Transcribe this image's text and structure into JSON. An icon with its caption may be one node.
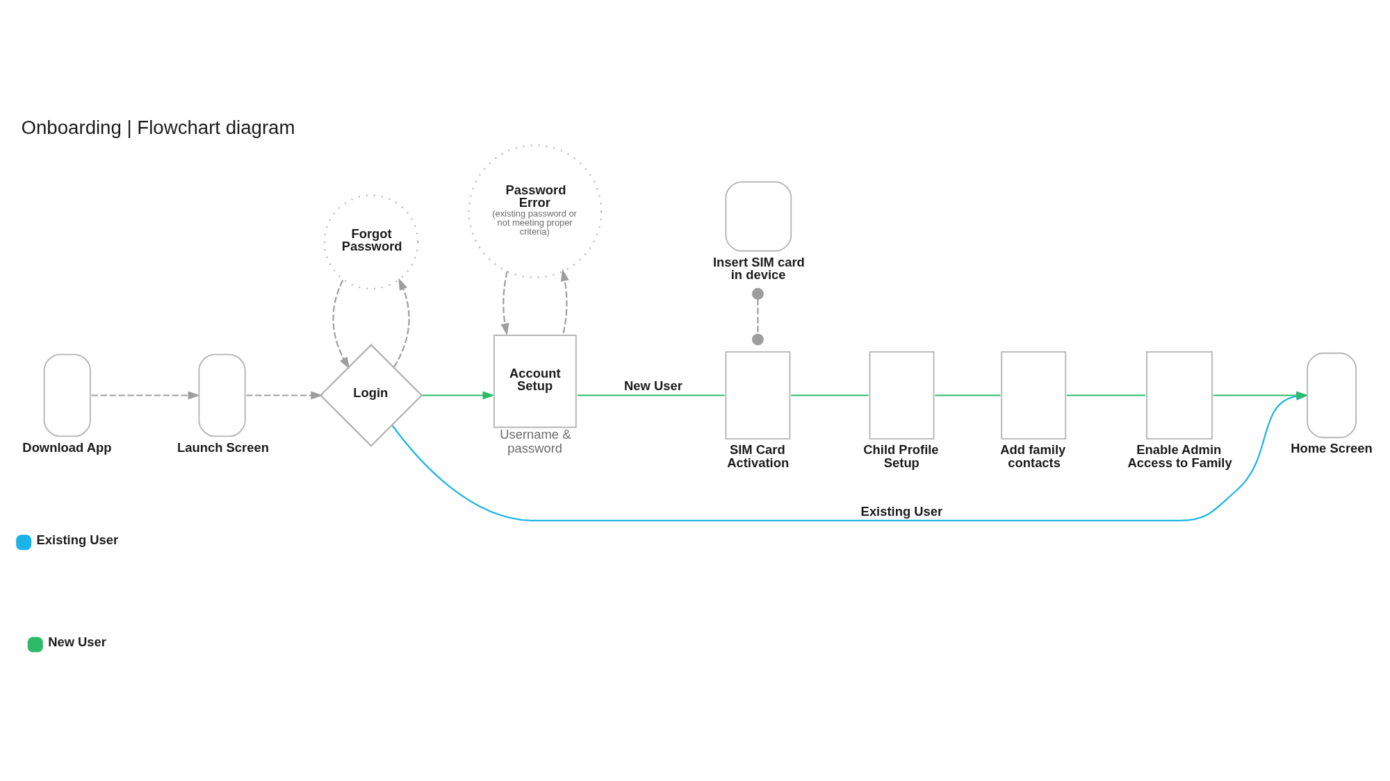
{
  "diagram": {
    "title": "Onboarding | Flowchart diagram",
    "nodes": [
      {
        "text": [
          "Download App"
        ]
      },
      {
        "text": [
          "Launch Screen"
        ]
      },
      {
        "text": [
          "Login"
        ]
      },
      {
        "text": [
          "Forgot Password"
        ]
      },
      {
        "text": [
          "Password Error",
          "(existing password or not meeting proper criteria)"
        ]
      },
      {
        "text": [
          "Account Setup"
        ],
        "beside": [
          "Username & password"
        ]
      },
      {
        "text": [
          "Insert SIM card in device"
        ]
      },
      {
        "text": [
          "SIM Card Activation"
        ]
      },
      {
        "text": [
          "Child Profile Setup"
        ]
      },
      {
        "text": [
          "Add family contacts"
        ]
      },
      {
        "text": [
          "Enable Admin Access to Family"
        ]
      },
      {
        "text": [
          "Home Screen"
        ]
      }
    ],
    "edges": [
      {
        "from": 0,
        "to": 1,
        "arrow": "to",
        "style": "dashed"
      },
      {
        "from": 1,
        "to": 2,
        "arrow": "to",
        "style": "dashed"
      },
      {
        "from": 2,
        "to": 3,
        "arrow": "to",
        "style": "dashed"
      },
      {
        "from": 3,
        "to": 2,
        "arrow": "to",
        "style": "dashed"
      },
      {
        "from": 2,
        "to": 5,
        "arrow": "to",
        "color": "#2dbb6a"
      },
      {
        "from": 5,
        "to": 4,
        "arrow": "to",
        "style": "dashed"
      },
      {
        "from": 4,
        "to": 5,
        "arrow": "to",
        "style": "dashed"
      },
      {
        "from": 5,
        "to": 7,
        "arrow": "none",
        "label": "New User",
        "color": "#2dbb6a"
      },
      {
        "from": 6,
        "to": 7,
        "arrow": "other",
        "style": "dashed"
      },
      {
        "from": 7,
        "to": 8,
        "arrow": "none",
        "color": "#2dbb6a"
      },
      {
        "from": 8,
        "to": 9,
        "arrow": "none",
        "color": "#2dbb6a"
      },
      {
        "from": 9,
        "to": 10,
        "arrow": "none",
        "color": "#2dbb6a"
      },
      {
        "from": 10,
        "to": 11,
        "arrow": "to",
        "color": "#2dbb6a"
      },
      {
        "from": 2,
        "to": 11,
        "arrow": "to",
        "label": "Existing User",
        "color": "#1ab4e8"
      }
    ],
    "legend": [
      {
        "text": "Existing User",
        "color": "#1ab4e8"
      },
      {
        "text": "New User",
        "color": "#2dbb6a"
      }
    ]
  }
}
